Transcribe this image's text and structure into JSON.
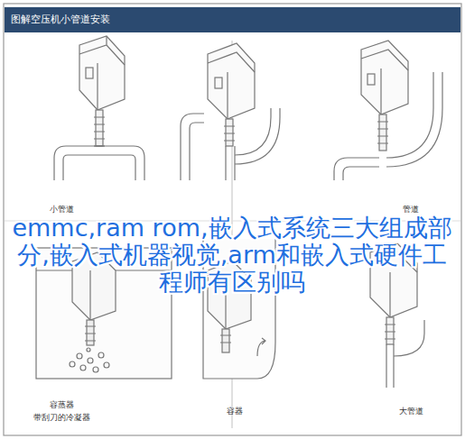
{
  "diagram": {
    "title": "图解空压机小管道安装",
    "labels": [
      "小管道",
      "管道",
      "容蒸器",
      "带刮刀的冷凝器",
      "容器",
      "大管道",
      "emmc,ram rom,嵌入式系统三大组成部分,嵌入式机器视觉,arm和嵌入式硬件工程师有区别吗"
    ]
  }
}
